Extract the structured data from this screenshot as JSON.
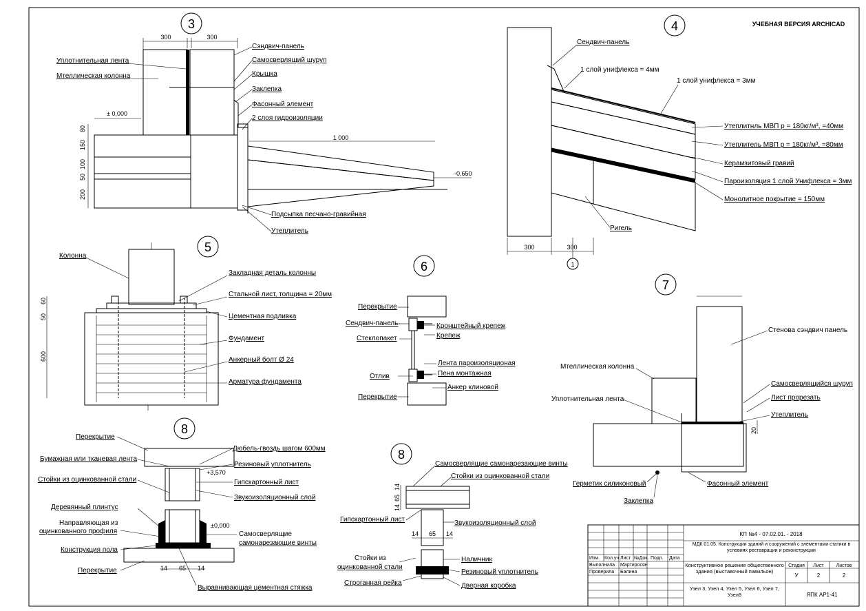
{
  "watermark": "УЧЕБНАЯ ВЕРСИЯ ARCHICAD",
  "nodes": {
    "n3": {
      "number": "3",
      "dims": [
        "300",
        "300",
        "1 000",
        "± 0,000",
        "-0,650",
        "80",
        "150",
        "100",
        "50",
        "200"
      ],
      "labels": [
        "Сэндвич-панель",
        "Уплотнительная лента",
        "Самосверлящий шуруп",
        "Мтеллическая колонна",
        "Крышка",
        "Заклепка",
        "Фасонный элемент",
        "2 слоя гидроизоляции",
        "Подсыпка песчано-гравийная",
        "Утеплитель"
      ]
    },
    "n4": {
      "number": "4",
      "dims": [
        "300",
        "300",
        "1"
      ],
      "labels": [
        "Сендвич-панель",
        "1 слой унифлекса = 4мм",
        "1 слой унифлекса = 3мм",
        "Утеплитнль МВП р = 180кг/м³, =40мм",
        "Утеплитель МВП р = 180кг/м³, =80мм",
        "Керамзитовый гравий",
        "Пароизоляция 1 слой Унифлекса = 3мм",
        "Монолитное покрытие = 150мм",
        "Ригель"
      ]
    },
    "n5": {
      "number": "5",
      "dims": [
        "60",
        "50",
        "600"
      ],
      "labels": [
        "Колонна",
        "Закладная деталь колонны",
        "Стальной лист, толщина = 20мм",
        "Цементная подливка",
        "Фундамент",
        "Анкерный болт Ø 24",
        "Арматура фундамента"
      ]
    },
    "n6": {
      "number": "6",
      "labels": [
        "Перекрытие",
        "Сендвич-панель",
        "Кронштейный крепеж",
        "Крепеж",
        "Стеклопакет",
        "Лента пароизоляционая",
        "Пена монтажная",
        "Отлив",
        "Анкер клиновой",
        "Перекрытие"
      ]
    },
    "n7": {
      "number": "7",
      "dims": [
        "20"
      ],
      "labels": [
        "Стенова сэндвич панель",
        "Мтеллическая колонна",
        "Самосверлящийся шуруп",
        "Уплотнительная лента",
        "Лист прорезать",
        "Утеплитель",
        "Герметик силиконовый",
        "Фасонный элемент",
        "Заклепка"
      ]
    },
    "n8a": {
      "number": "8",
      "dims": [
        "+3,570",
        "±0,000",
        "14",
        "65",
        "14"
      ],
      "labels": [
        "Перекрытие",
        "Дюбель-гвоздь шагом 600мм",
        "Бумажная или тканевая лента",
        "Резиновый уплотнитель",
        "Стойки из оцинкованной стали",
        "Гипскартонный лист",
        "Звукоизоляционный слой",
        "Деревянный плинтус",
        "Направляющая из",
        "оцинкованного профиля",
        "Самосверлящие",
        "самонарезающие винты",
        "Конструкция пола",
        "Перекрытие",
        "Выравнивающая цементная стяжка"
      ]
    },
    "n8b": {
      "number": "8",
      "dims": [
        "14",
        "65",
        "14",
        "14",
        "65",
        "14"
      ],
      "labels": [
        "Самосверлящие самонарезающие винты",
        "Стойки из оцинкованной стали",
        "Гипскартонный лист",
        "Звукоизоляционный слой",
        "Стойки из",
        "оцинкованной стали",
        "Наличник",
        "Резиновый уплотнитель",
        "Строганная рейка",
        "Дверная коробка"
      ]
    }
  },
  "title_block": {
    "code": "КП №4 - 07.02.01. - 2018",
    "discipline": "МДК 01.05. Конструкции зданий и сооружений с элементами статики в условиях реставрации и реконструкции",
    "header_cols": [
      "Изм.",
      "Кол.уч",
      "Лист",
      "№Док.",
      "Подп.",
      "Дата"
    ],
    "rows": [
      {
        "role": "Выполнила",
        "name": "Мартиросян"
      },
      {
        "role": "Проверила",
        "name": "Балина"
      }
    ],
    "sheet_title": "Конструктивное решение общественного здания (выставочный павильон)",
    "stage_label": "Стадия",
    "sheet_label": "Лист",
    "sheets_label": "Листов",
    "stage": "У",
    "sheet": "2",
    "sheets": "2",
    "drawing_name": "Узел 3, Узел 4, Узел 5, Узел 6, Узел 7, Узел8",
    "org": "ЯПК  АР1-41"
  }
}
